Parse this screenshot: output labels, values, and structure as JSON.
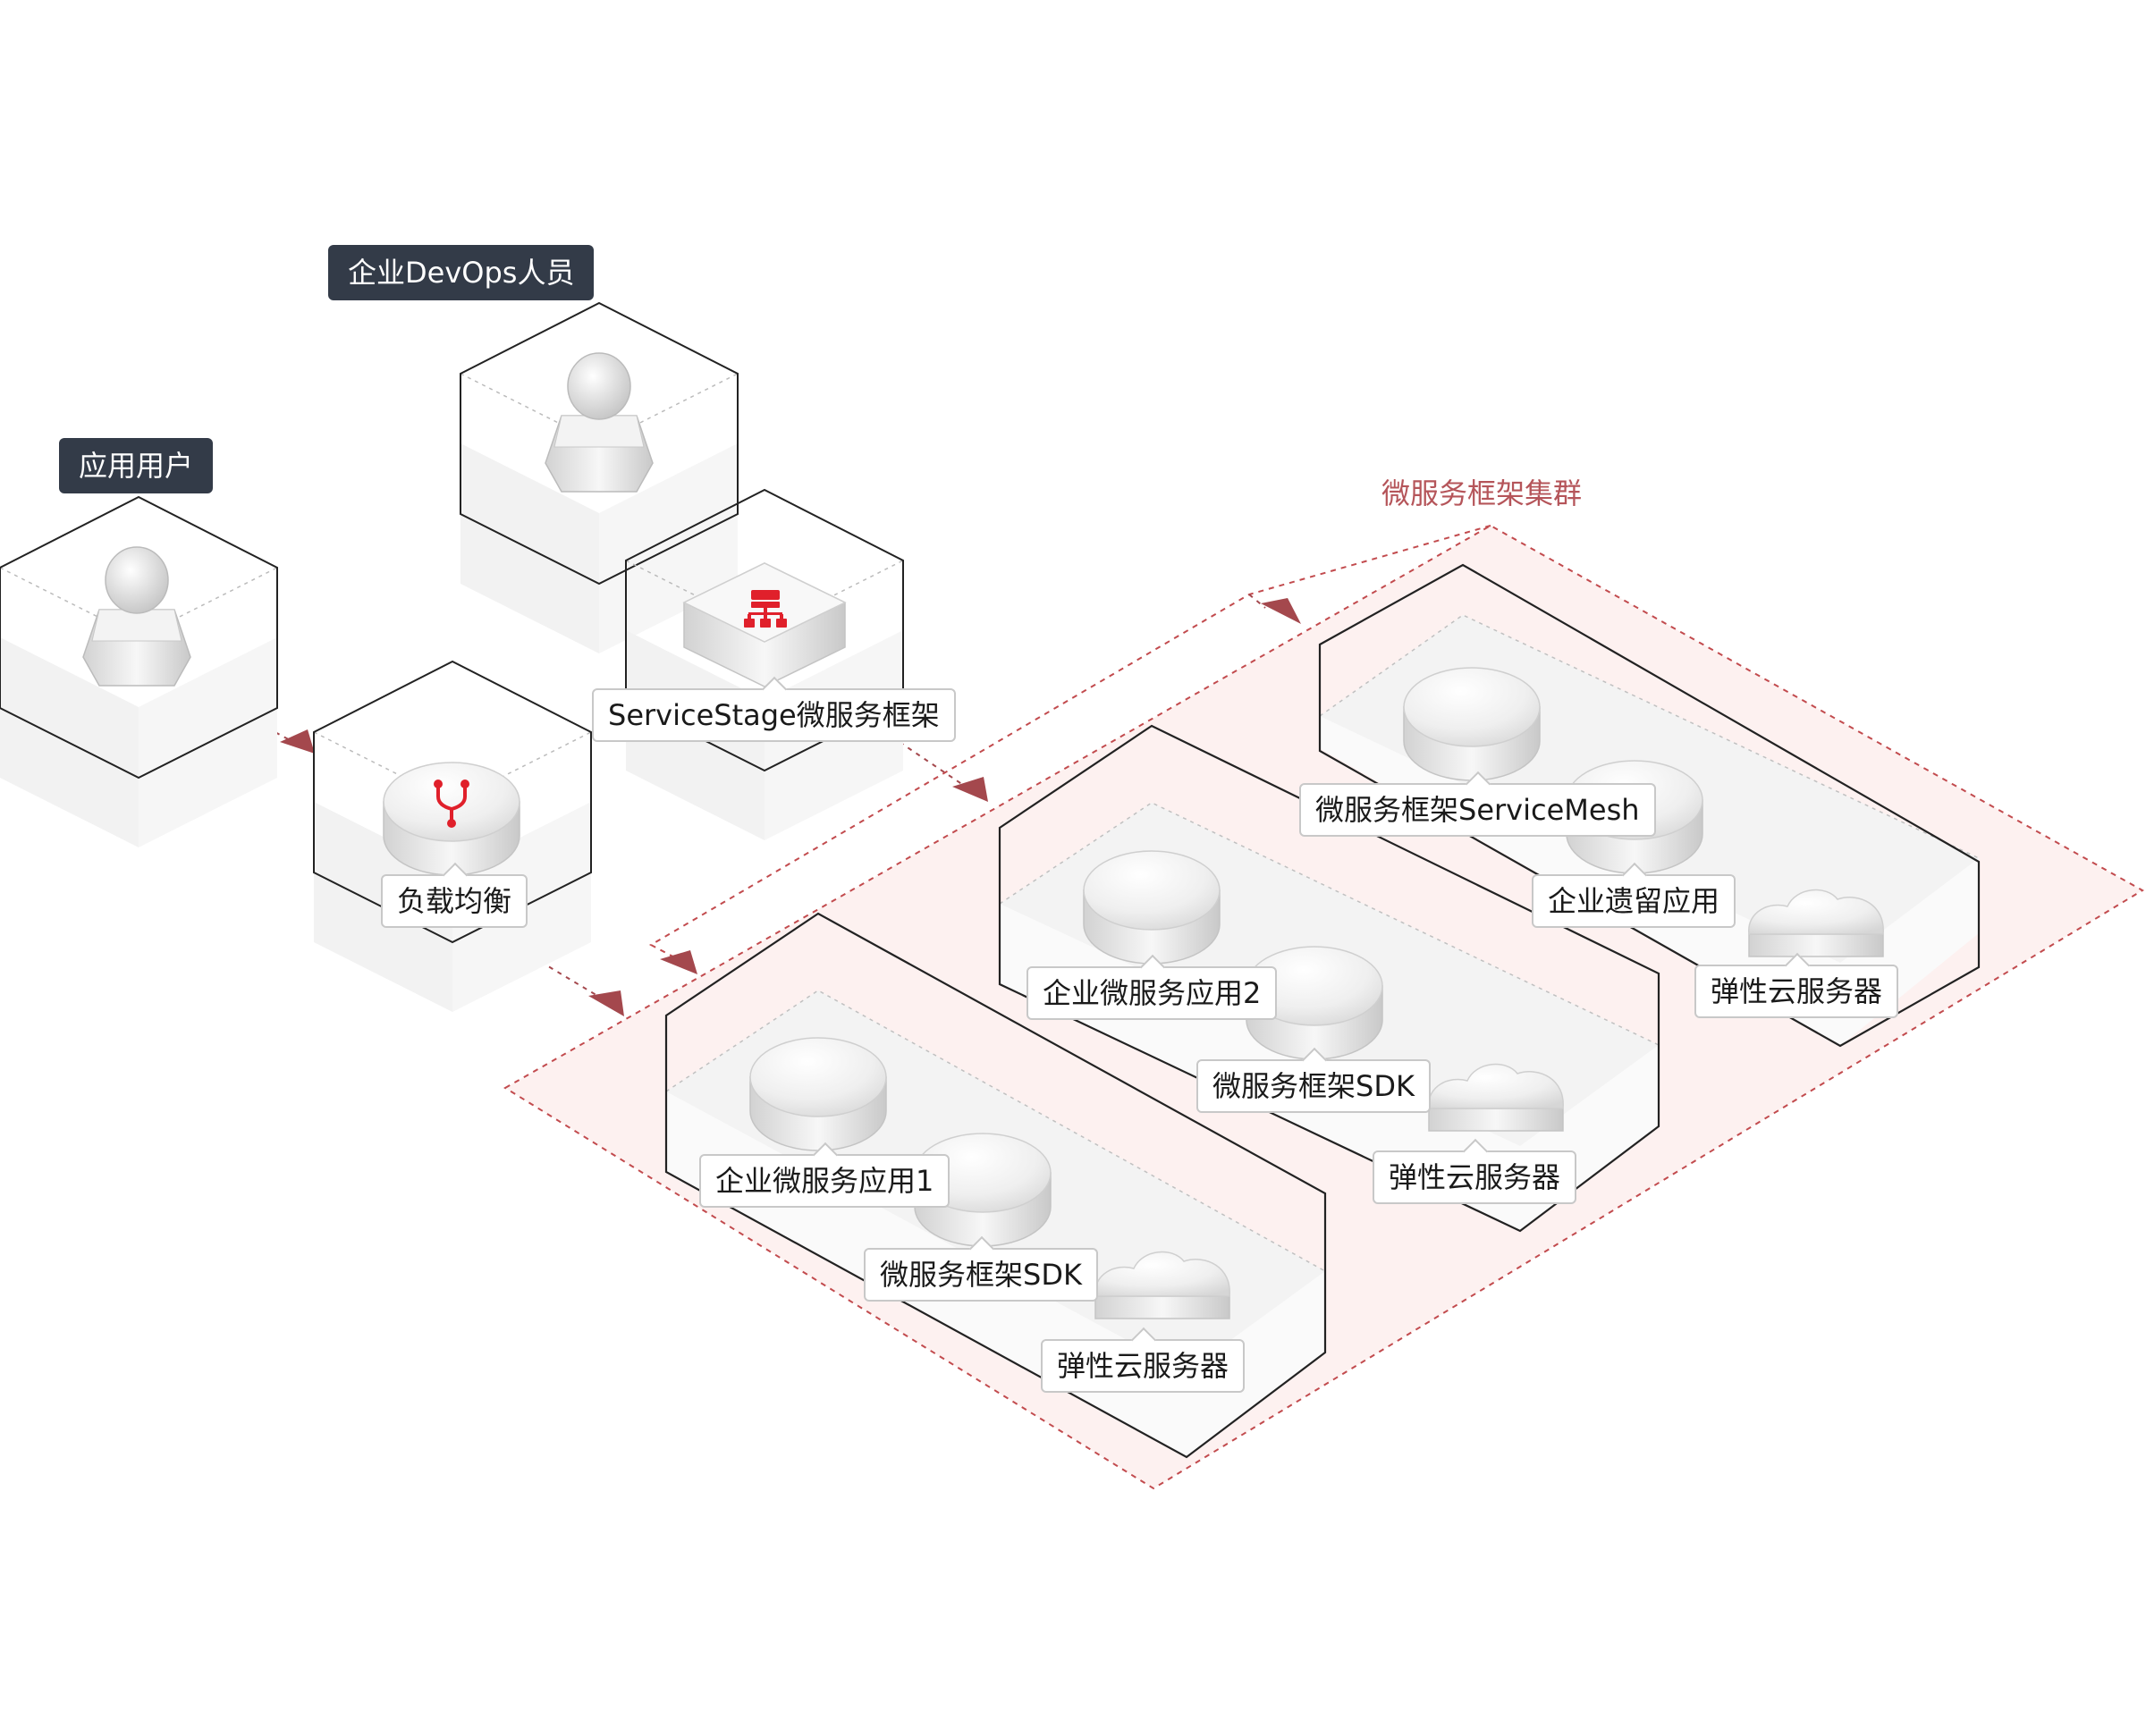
{
  "actors": {
    "devops": {
      "label": "企业DevOps人员"
    },
    "app_user": {
      "label": "应用用户"
    }
  },
  "nodes": {
    "service_stage": {
      "label": "ServiceStage微服务框架",
      "icon": "org-chart-icon"
    },
    "load_balancer": {
      "label": "负载均衡",
      "icon": "branch-icon"
    }
  },
  "cluster": {
    "title": "微服务框架集群",
    "groups": [
      {
        "app": "企业微服务应用1",
        "framework": "微服务框架SDK",
        "server": "弹性云服务器"
      },
      {
        "app": "企业微服务应用2",
        "framework": "微服务框架SDK",
        "server": "弹性云服务器"
      },
      {
        "app": "微服务框架ServiceMesh",
        "framework": "企业遗留应用",
        "server": "弹性云服务器"
      }
    ]
  },
  "colors": {
    "accent": "#e0202b",
    "arrow": "#a4484d",
    "cluster_border": "#c24b4e",
    "cluster_fill": "#fdf1f0",
    "label_dark_bg": "#333b48",
    "cluster_title": "#b5555a"
  }
}
